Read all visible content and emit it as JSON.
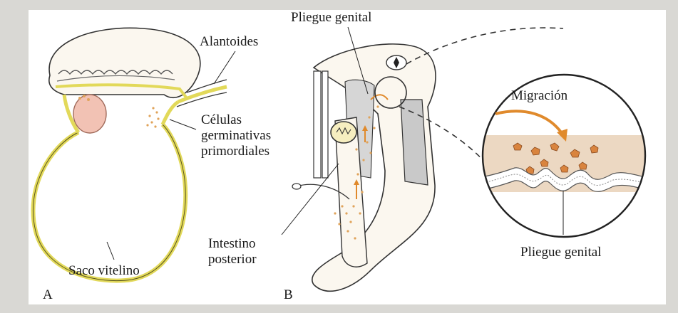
{
  "labels": {
    "alantoides": "Alantoides",
    "celulas_line1": "Células",
    "celulas_line2": "germinativas",
    "celulas_line3": "primordiales",
    "saco_vitelino": "Saco vitelino",
    "panel_a": "A",
    "pliegue_genital_top": "Pliegue genital",
    "intestino_line1": "Intestino",
    "intestino_line2": "posterior",
    "panel_b": "B",
    "migracion": "Migración",
    "pliegue_genital_bottom": "Pliegue genital"
  },
  "colors": {
    "yolk_sac": "#e2d95a",
    "yolk_sac_outline": "#5a5620",
    "embryo_skin": "#fbf7ef",
    "cells": "#e0a35a",
    "allantois_bud": "#f2c2b4",
    "mesenchyme": "#ecd8c2",
    "gut_gray": "#c9c9c9",
    "arrow_orange": "#e08a2c"
  }
}
